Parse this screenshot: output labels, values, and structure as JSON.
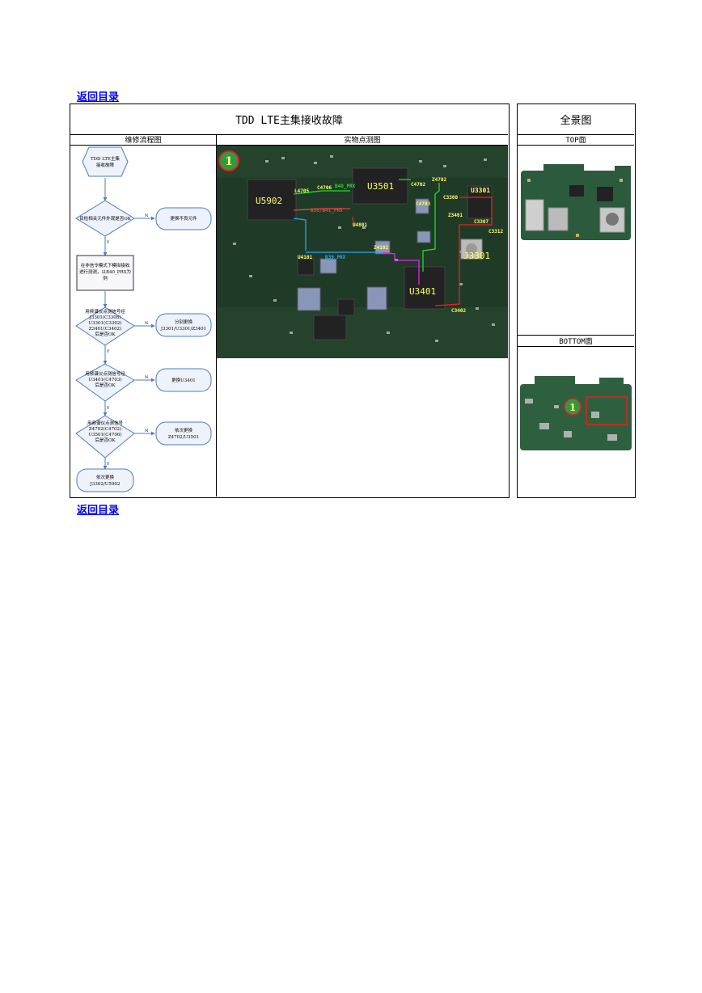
{
  "nav": {
    "back_top": "返回目录",
    "back_bottom": "返回目录"
  },
  "main": {
    "title": "TDD LTE主集接收故障",
    "col_flow": "维修流程图",
    "col_photo": "实物点测图"
  },
  "side": {
    "title": "全景图",
    "top_label": "TOP面",
    "bottom_label": "BOTTOM面"
  },
  "flow": {
    "start": [
      "TDD LTE主集",
      "接收故障"
    ],
    "q1": "目检相关元件外观是否OK",
    "a1": "更换不良元件",
    "step1": [
      "在非信令模式下模拟接收",
      "进行测测，以B40_PRX为",
      "例"
    ],
    "q2": [
      "用频谱仪点测信号经",
      "J3301(C3308)",
      "U3301(C3302)",
      "Z3401(C3402)",
      "后是否OK"
    ],
    "a2": [
      "分别更换",
      "J3301/U3301/Z3401"
    ],
    "q3": [
      "用频谱仪点测信号经",
      "U3401(C4703)",
      "后是否OK"
    ],
    "a3": "更换U3401",
    "q4": [
      "用频谱仪点测信号",
      "Z4702(C4702)",
      "U3501(C4706)",
      "后是否OK"
    ],
    "a4": [
      "依次更换",
      "Z4702/U3501"
    ],
    "end": [
      "依次更换",
      "J3302/U5902"
    ],
    "yes": "Y",
    "no": "N"
  },
  "pcb": {
    "marker": "1",
    "labels": {
      "u5902": "U5902",
      "u3501": "U3501",
      "u3301": "U3301",
      "u3401": "U3401",
      "j3301": "J3301",
      "l4705": "L4705",
      "c4706": "C4706",
      "b40": "B40_PRX",
      "c4702": "C4702",
      "z4702": "Z4702",
      "c3308": "C3308",
      "c4703": "C4703",
      "z3401": "Z3401",
      "b38": "B38/B41_PRX",
      "u4801": "U4801",
      "c3307": "C3307",
      "c3312": "C3312",
      "z4102": "Z4102",
      "u4101": "U4101",
      "b39": "B39_PRX",
      "c3402": "C3402"
    }
  },
  "thumb_bottom": {
    "marker": "1"
  },
  "colors": {
    "link": "#0000ee",
    "pcb_bg": "#1f3a27",
    "flow_fill": "#eef2fa",
    "flow_stroke": "#4a7cc4",
    "highlight": "#e02020",
    "marker_fill": "#2e9a48"
  }
}
